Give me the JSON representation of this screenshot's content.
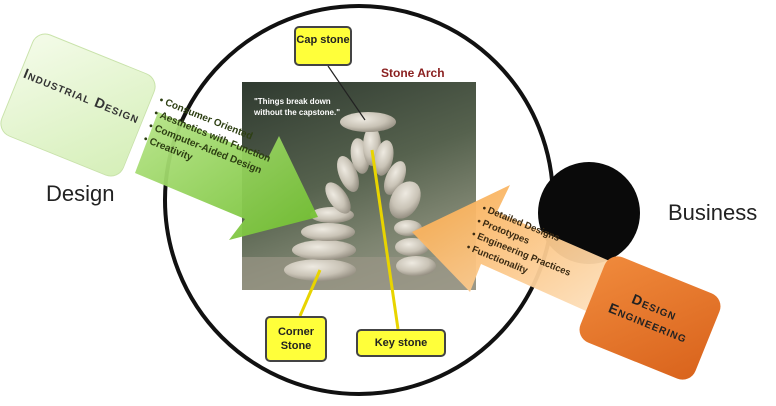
{
  "labels": {
    "design": "Design",
    "business": "Business"
  },
  "photo": {
    "title": "Stone Arch",
    "quote": "\"Things break down without the capstone.\""
  },
  "callouts": {
    "cap_stone": "Cap stone",
    "corner_stone": "Corner Stone",
    "key_stone": "Key stone"
  },
  "industrial_design": {
    "title": "Industrial Design",
    "bullets": [
      "Consumer Oriented",
      "Aesthetics with Function",
      "Computer-Aided Design",
      "Creativity"
    ]
  },
  "design_engineering": {
    "title": "Design Engineering",
    "bullets": [
      "Detailed Designs",
      "Prototypes",
      "Engineering Practices",
      "Functionality"
    ]
  },
  "colors": {
    "green_arrow": "#8fd14f",
    "orange_arrow": "#fbb25c",
    "callout_yellow": "#ffff3a",
    "arch_title": "#8a1f1f",
    "orange_card": "#e06f25"
  }
}
